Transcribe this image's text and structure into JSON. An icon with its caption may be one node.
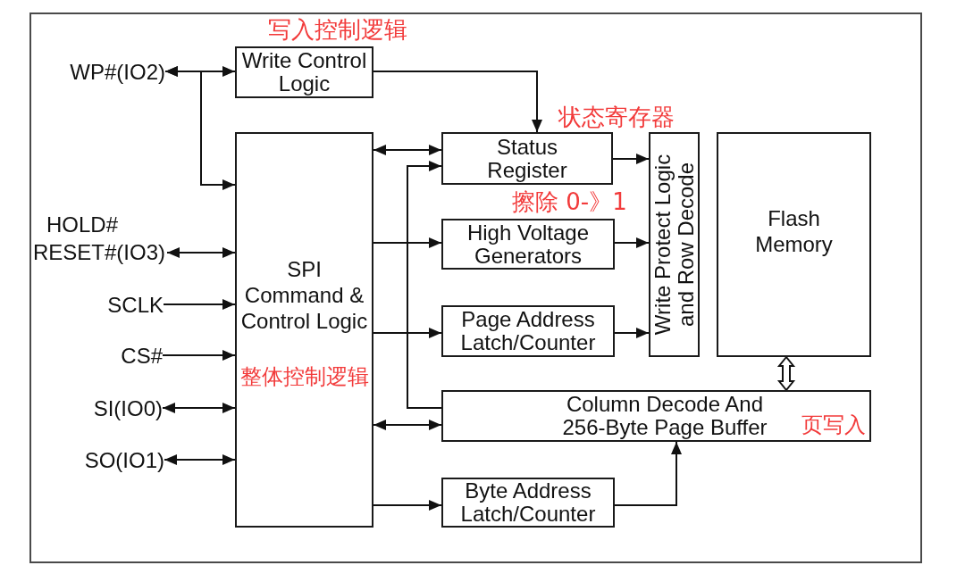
{
  "diagram": {
    "nodes": [
      {
        "text": [
          "WP#(IO2)"
        ]
      },
      {
        "text": [
          "Write Control Logic"
        ],
        "beside": [
          "写入控制逻辑"
        ]
      },
      {
        "text": [
          "SPI Command & Control Logic",
          "整体控制逻辑"
        ]
      },
      {
        "text": [
          "Status Register"
        ],
        "beside": [
          "状态寄存器"
        ]
      },
      {
        "text": [
          "Write Protect Logic and Row Decode"
        ]
      },
      {
        "text": [
          "Flash Memory"
        ]
      },
      {
        "text": [
          "High Voltage Generators"
        ],
        "beside": [
          "擦除 0-》1"
        ]
      },
      {
        "text": [
          "Page Address Latch/Counter"
        ]
      },
      {
        "text": [
          "HOLD# RESET#(IO3)"
        ]
      },
      {
        "text": [
          "SCLK"
        ]
      },
      {
        "text": [
          "CS#"
        ]
      },
      {
        "text": [
          "SI(IO0)"
        ]
      },
      {
        "text": [
          "SO(IO1)"
        ]
      },
      {
        "text": [
          "Column Decode And 256-Byte Page Buffer",
          "页写入"
        ]
      },
      {
        "text": [
          "Byte Address Latch/Counter"
        ]
      }
    ],
    "edges": [
      {
        "from": 0,
        "to": 1,
        "arrow": "both"
      },
      {
        "from": 0,
        "to": 2,
        "arrow": "both"
      },
      {
        "from": 1,
        "to": 3,
        "arrow": "to"
      },
      {
        "from": 2,
        "to": 3,
        "arrow": "both"
      },
      {
        "from": 13,
        "to": 3,
        "arrow": "to"
      },
      {
        "from": 3,
        "to": 4,
        "arrow": "to"
      },
      {
        "from": 2,
        "to": 6,
        "arrow": "to"
      },
      {
        "from": 6,
        "to": 4,
        "arrow": "to"
      },
      {
        "from": 2,
        "to": 7,
        "arrow": "to"
      },
      {
        "from": 7,
        "to": 4,
        "arrow": "to"
      },
      {
        "from": 8,
        "to": 2,
        "arrow": "both"
      },
      {
        "from": 9,
        "to": 2,
        "arrow": "to"
      },
      {
        "from": 10,
        "to": 2,
        "arrow": "to"
      },
      {
        "from": 11,
        "to": 2,
        "arrow": "both"
      },
      {
        "from": 12,
        "to": 2,
        "arrow": "both"
      },
      {
        "from": 5,
        "to": 13,
        "arrow": "both",
        "style": "thick"
      },
      {
        "from": 2,
        "to": 13,
        "arrow": "both"
      },
      {
        "from": 2,
        "to": 14,
        "arrow": "to"
      },
      {
        "from": 14,
        "to": 13,
        "arrow": "to"
      }
    ]
  }
}
